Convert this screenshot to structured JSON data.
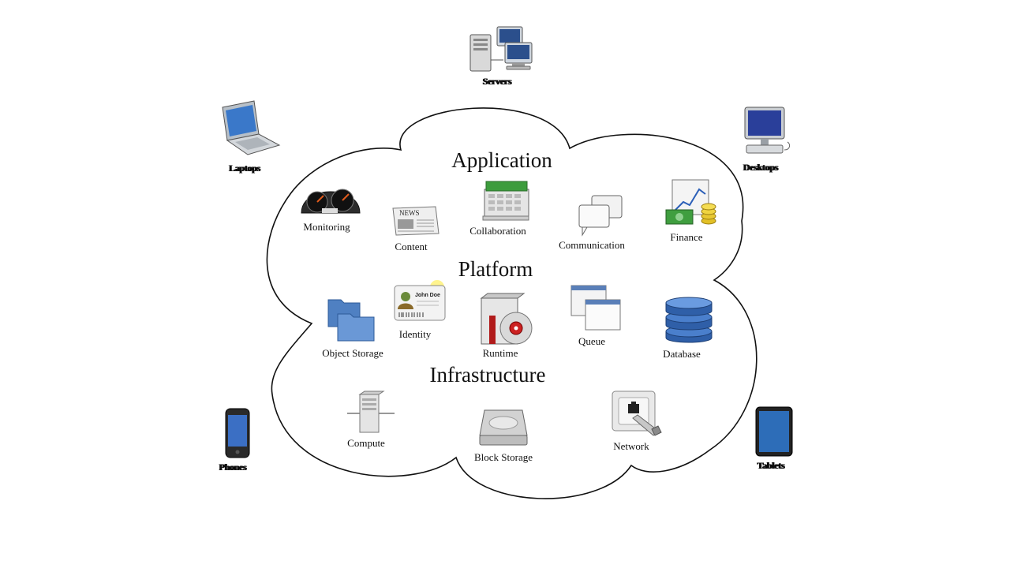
{
  "diagram": {
    "layers": {
      "application": "Application",
      "platform": "Platform",
      "infrastructure": "Infrastructure"
    },
    "services": {
      "monitoring": "Monitoring",
      "content": "Content",
      "collaboration": "Collaboration",
      "communication": "Communication",
      "finance": "Finance",
      "identity": "Identity",
      "identity_card_name": "John Doe",
      "news_text": "NEWS",
      "object_storage": "Object Storage",
      "runtime": "Runtime",
      "queue": "Queue",
      "database": "Database",
      "compute": "Compute",
      "block_storage": "Block Storage",
      "network": "Network"
    },
    "devices": {
      "servers": "Servers",
      "laptops": "Laptops",
      "desktops": "Desktops",
      "phones": "Phones",
      "tablets": "Tablets"
    }
  }
}
